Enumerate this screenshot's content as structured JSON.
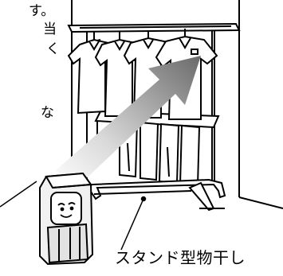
{
  "text_fragments": {
    "line1": "す。",
    "line2": "当",
    "line3": "く",
    "line4": "な"
  },
  "callout": {
    "label": "スタンド型物干し"
  },
  "colors": {
    "ink": "#000000",
    "arrow_dark": "#6f6f6f",
    "arrow_light": "#e6e6e6",
    "device_fill": "#f2f2f2",
    "device_shadow": "#d6d6d6"
  },
  "icons": [
    "dehumidifier-face-icon",
    "airflow-arrow-icon"
  ]
}
